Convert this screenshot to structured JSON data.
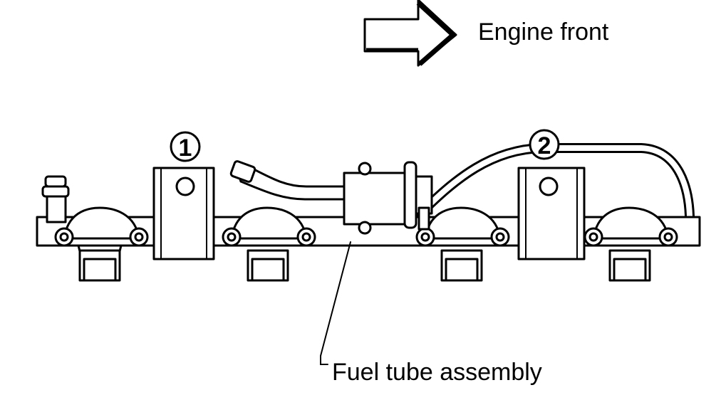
{
  "labels": {
    "direction": "Engine front",
    "assembly": "Fuel tube assembly",
    "callout_1": "1",
    "callout_2": "2"
  },
  "colors": {
    "line": "#000000",
    "background": "#ffffff"
  }
}
